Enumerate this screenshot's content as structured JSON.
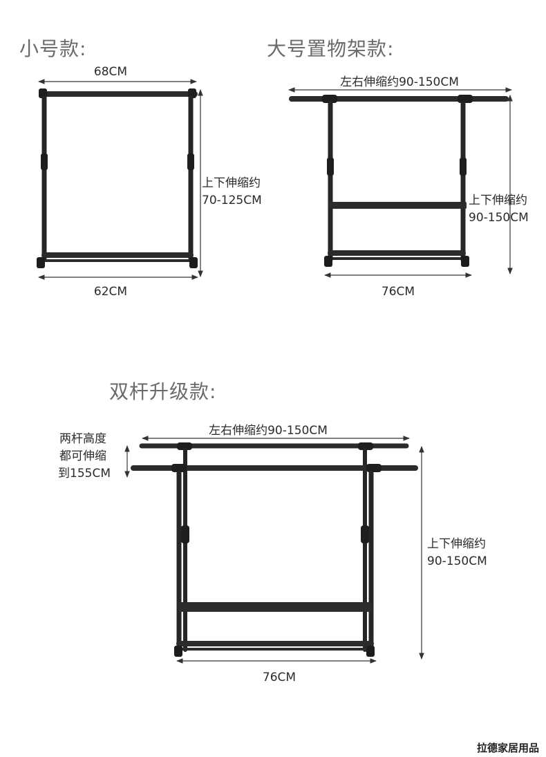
{
  "small": {
    "heading": "小号款:",
    "width_top": "68CM",
    "width_bottom": "62CM",
    "height_line1": "上下伸缩约",
    "height_line2": "70-125CM"
  },
  "large": {
    "heading": "大号置物架款:",
    "width_top": "左右伸缩约90-150CM",
    "width_bottom": "76CM",
    "height_line1": "上下伸缩约",
    "height_line2": "90-150CM"
  },
  "double": {
    "heading": "双杆升级款:",
    "width_top": "左右伸缩约90-150CM",
    "width_bottom": "76CM",
    "height_line1": "上下伸缩约",
    "height_line2": "90-150CM",
    "note_line1": "两杆高度",
    "note_line2": "都可伸缩",
    "note_line3": "到155CM"
  },
  "watermark": "拉德家居用品",
  "colors": {
    "frame": "#262626",
    "heading": "#6a6a6a",
    "text": "#2a2a2a"
  }
}
